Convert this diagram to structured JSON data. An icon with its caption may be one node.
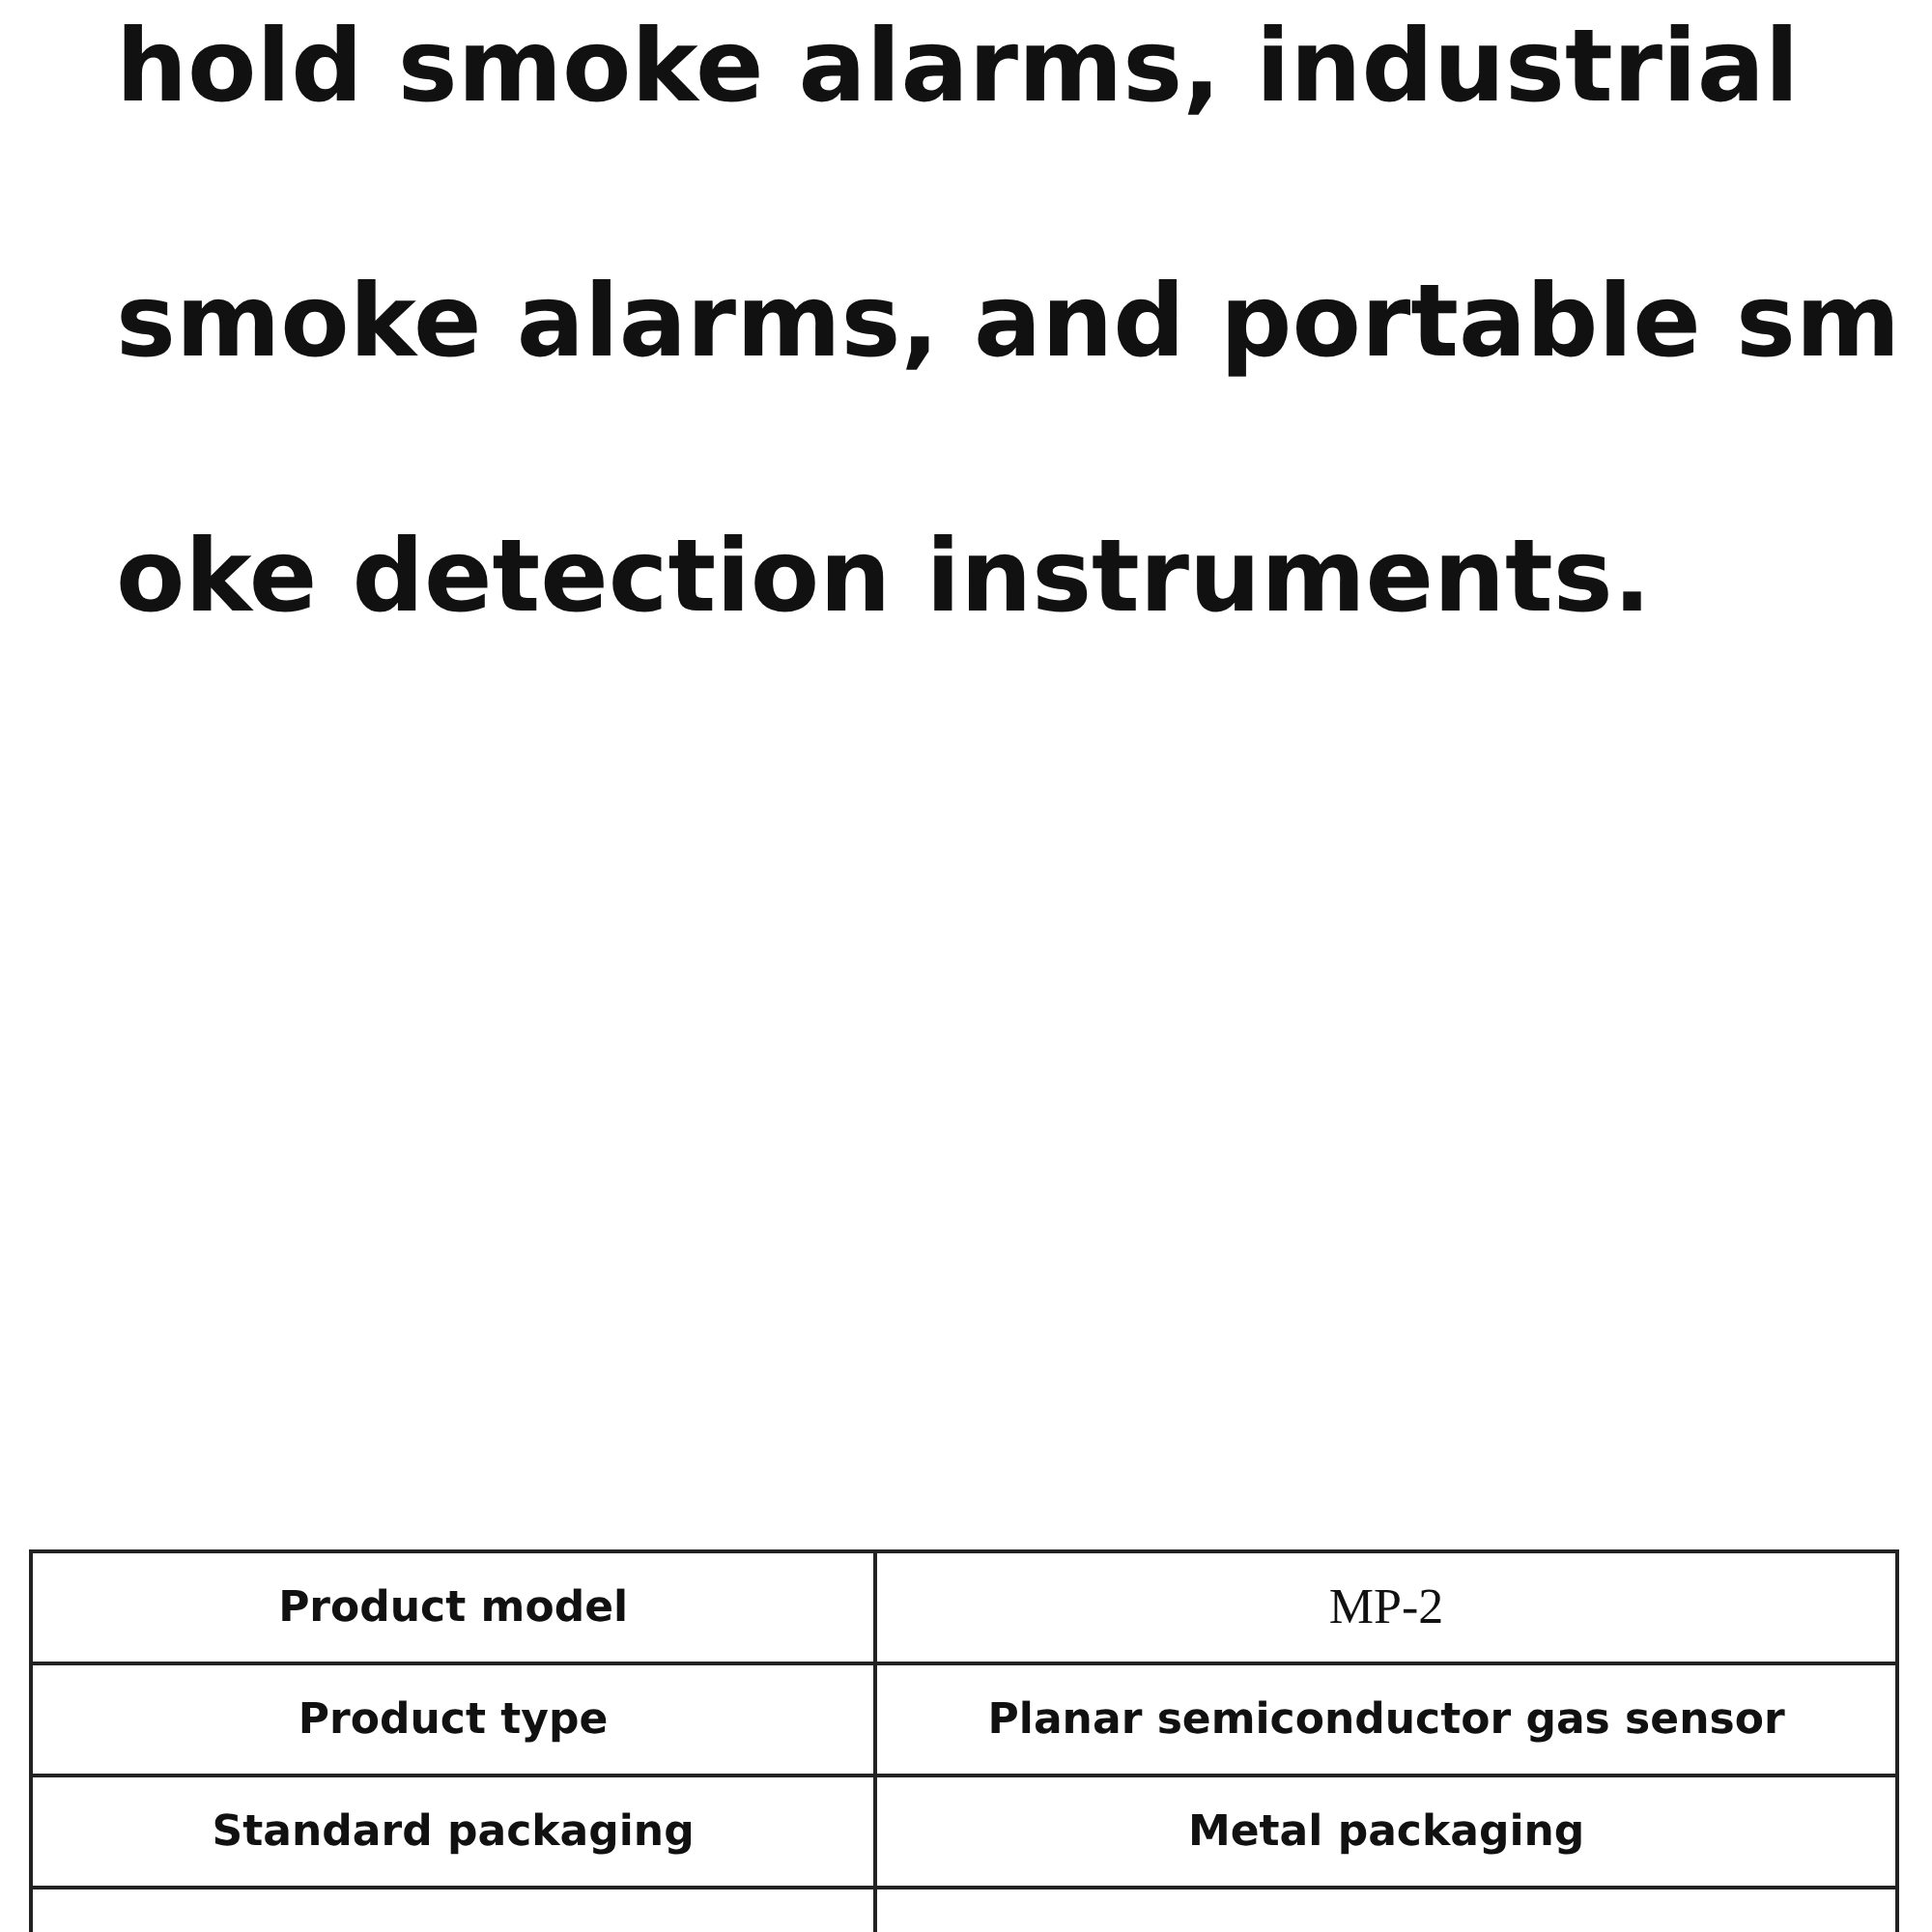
{
  "diagram": {
    "labels": [
      "hold smoke alarms, industrial",
      "smoke alarms, and portable sm",
      "oke detection instruments.",
      "Product model",
      "MP-2",
      "Product type",
      "Planar semiconductor gas sensor",
      "Standard packaging",
      "Metal packaging"
    ]
  }
}
